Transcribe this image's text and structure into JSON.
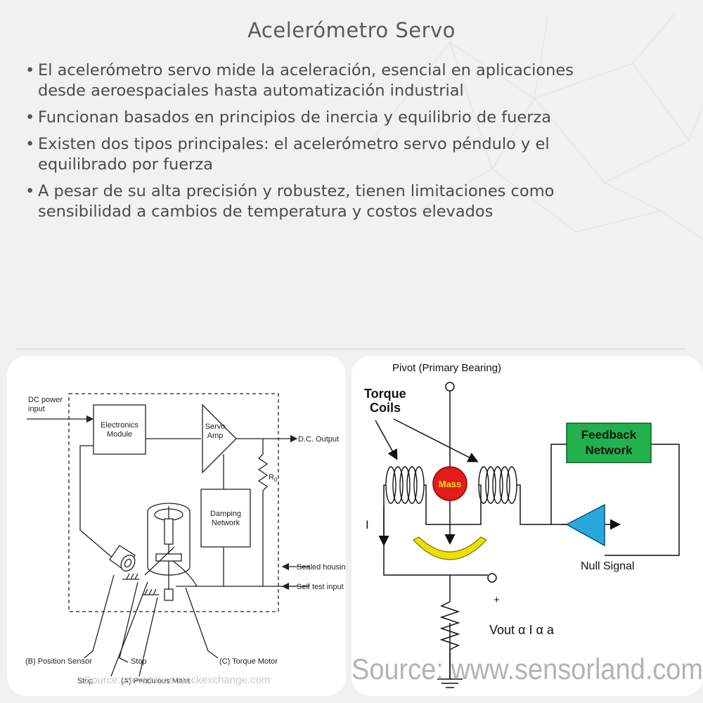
{
  "title": "Acelerómetro Servo",
  "bullets": [
    {
      "lines": [
        "El acelerómetro servo mide la aceleración, esencial en aplicaciones",
        "desde aeroespaciales hasta automatización industrial"
      ]
    },
    {
      "lines": [
        "Funcionan basados en principios de inercia y equilibrio de fuerza"
      ]
    },
    {
      "lines": [
        "Existen dos tipos principales: el acelerómetro servo péndulo y el",
        "equilibrado por fuerza"
      ]
    },
    {
      "lines": [
        "A pesar de su alta precisión y robustez, tienen limitaciones como",
        "sensibilidad a cambios de temperatura y costos elevados"
      ]
    }
  ],
  "diagram_left": {
    "dc_power_input": [
      "DC power",
      "input"
    ],
    "electronics_module": [
      "Electronics",
      "Module"
    ],
    "servo_amp": [
      "Servo",
      "Amp"
    ],
    "dc_output": "D.C. Output",
    "resistor": "R",
    "resistor_sub": "0",
    "damping_network": [
      "Damping",
      "Network"
    ],
    "sealed_housing": "Sealed housing",
    "self_test_input": "Self test input",
    "position_sensor": "(B) Position Sensor",
    "stop_mid": "Stop",
    "torque_motor": "(C) Torque Motor",
    "stop_bottom": "Stop",
    "pendulous_mass": "(A) Pendulous Mass",
    "source": "Source: electronics.stackexchange.com"
  },
  "diagram_right": {
    "pivot": "Pivot (Primary Bearing)",
    "torque_coils": [
      "Torque",
      "Coils"
    ],
    "mass": "Mass",
    "feedback_network": [
      "Feedback",
      "Network"
    ],
    "current": "I",
    "null_signal": "Null Signal",
    "plus": "+",
    "vout": "Vout α I α a",
    "source": "Source: www.sensorland.com",
    "colors": {
      "mass": "#e21b1b",
      "feedback": "#22b14c",
      "amp": "#29a8df",
      "vane": "#f0e000"
    }
  }
}
